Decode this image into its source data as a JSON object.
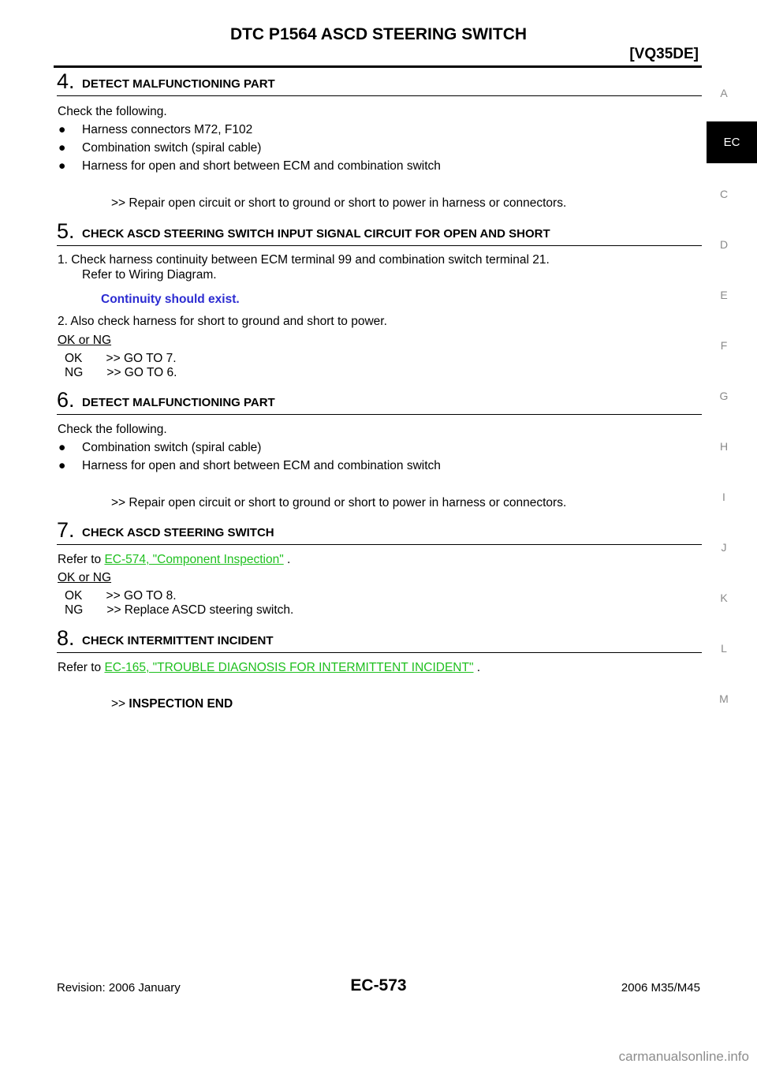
{
  "header": {
    "title": "DTC P1564 ASCD STEERING SWITCH",
    "engine": "[VQ35DE]"
  },
  "side_index": {
    "letters": [
      "A",
      "EC",
      "C",
      "D",
      "E",
      "F",
      "G",
      "H",
      "I",
      "J",
      "K",
      "L",
      "M"
    ],
    "active": "EC"
  },
  "step4": {
    "number": "4.",
    "title": "DETECT MALFUNCTIONING PART",
    "intro": "Check the following.",
    "bullets": [
      "Harness connectors M72, F102",
      "Combination switch (spiral cable)",
      "Harness for open and short between ECM and combination switch"
    ],
    "result": ">> Repair open circuit or short to ground or short to power in harness or connectors."
  },
  "step5": {
    "number": "5.",
    "title": "CHECK ASCD STEERING SWITCH INPUT SIGNAL CIRCUIT FOR OPEN AND SHORT",
    "item1_line1": "1.   Check harness continuity between ECM terminal 99 and combination switch terminal 21.",
    "item1_line2": "Refer to Wiring Diagram.",
    "spec": "Continuity should exist.",
    "item2": "2.   Also check harness for short to ground and short to power.",
    "okng": "OK or NG",
    "ok_line": "OK       >> GO TO 7.",
    "ng_line": "NG       >> GO TO 6."
  },
  "step6": {
    "number": "6.",
    "title": "DETECT MALFUNCTIONING PART",
    "intro": "Check the following.",
    "bullets": [
      "Combination switch (spiral cable)",
      "Harness for open and short between ECM and combination switch"
    ],
    "result": ">> Repair open circuit or short to ground or short to power in harness or connectors."
  },
  "step7": {
    "number": "7.",
    "title": "CHECK ASCD STEERING SWITCH",
    "refer_prefix": "Refer to ",
    "link": "EC-574, \"Component Inspection\"",
    "refer_suffix": " .",
    "okng": "OK or NG",
    "ok_line": "OK       >> GO TO 8.",
    "ng_line": "NG       >> Replace ASCD steering switch."
  },
  "step8": {
    "number": "8.",
    "title": "CHECK INTERMITTENT INCIDENT",
    "refer_prefix": "Refer to ",
    "link": "EC-165, \"TROUBLE DIAGNOSIS FOR INTERMITTENT INCIDENT\"",
    "refer_suffix": " .",
    "result_prefix": ">> ",
    "result": "INSPECTION END"
  },
  "footer": {
    "revision": "Revision: 2006 January",
    "page": "EC-573",
    "model": "2006 M35/M45"
  },
  "watermark": "carmanualsonline.info"
}
